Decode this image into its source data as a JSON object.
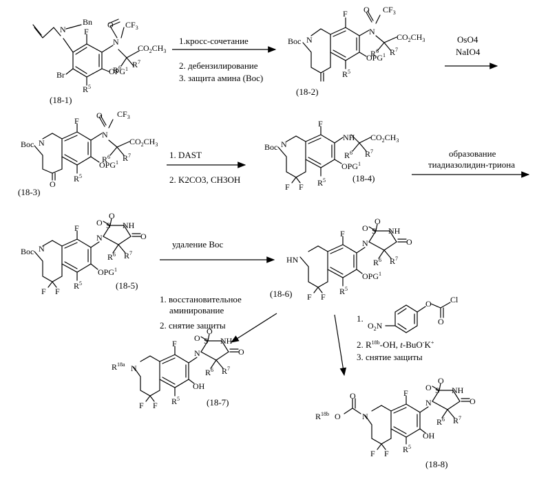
{
  "compounds": {
    "c18_1": "(18-1)",
    "c18_2": "(18-2)",
    "c18_3": "(18-3)",
    "c18_4": "(18-4)",
    "c18_5": "(18-5)",
    "c18_6": "(18-6)",
    "c18_7": "(18-7)",
    "c18_8": "(18-8)"
  },
  "steps": {
    "s1": {
      "line1": "1.кросс-сочетание",
      "line2": "2. дебензилирование",
      "line3": "3. защита амина (Boc)"
    },
    "s2": {
      "line1": "OsO4",
      "line2": "NaIO4"
    },
    "s3": {
      "line1": "1.  DAST",
      "line2": "2.  K2CO3, CH3OH"
    },
    "s4": {
      "line1": "образование",
      "line2": "тиадиазолидин-триона"
    },
    "s5": {
      "line1": "удаление Boc"
    },
    "s6": {
      "line1": "1. восстановительное",
      "line2": "аминирование",
      "line3": "2. снятие защиты"
    },
    "s7": {
      "line1": "1.",
      "line2": "2.  R18b-OH, t-BuO-K+",
      "line3": "3. снятие защиты"
    }
  }
}
